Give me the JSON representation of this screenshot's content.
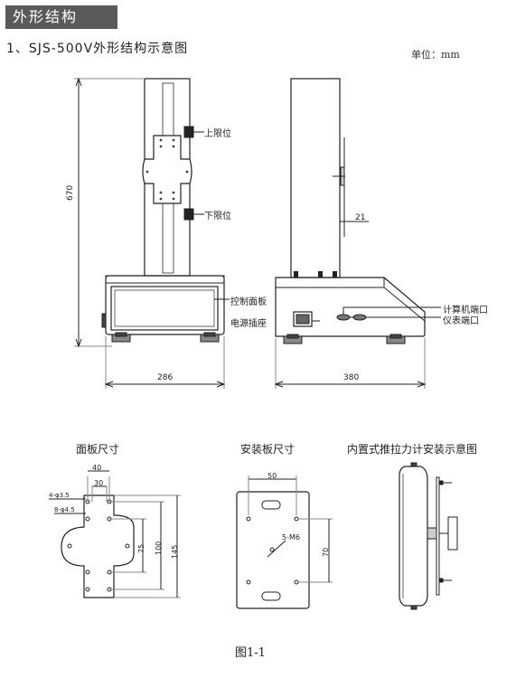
{
  "section_title": "外形结构",
  "heading": "1、SJS-500V外形结构示意图",
  "unit": "单位：mm",
  "dimensions": {
    "height": "670",
    "width_front": "286",
    "width_side": "380",
    "offset": "21"
  },
  "callouts": {
    "upper_limit": "上限位",
    "lower_limit": "下限位",
    "control_panel": "控制面板",
    "power_socket": "电源插座",
    "computer_port": "计算机端口",
    "meter_port": "仪表端口"
  },
  "panel_size": {
    "title": "面板尺寸",
    "hole1": "4-φ3.5",
    "hole2": "8-φ4.5",
    "w40": "40",
    "w30": "30",
    "h75": "75",
    "h100": "100",
    "h145": "145"
  },
  "mount_plate": {
    "title": "安装板尺寸",
    "w50": "50",
    "thread": "5-M6",
    "h70": "70"
  },
  "gauge_mount": {
    "title": "内置式推拉力计安装示意图"
  },
  "figure_caption": "图1-1"
}
